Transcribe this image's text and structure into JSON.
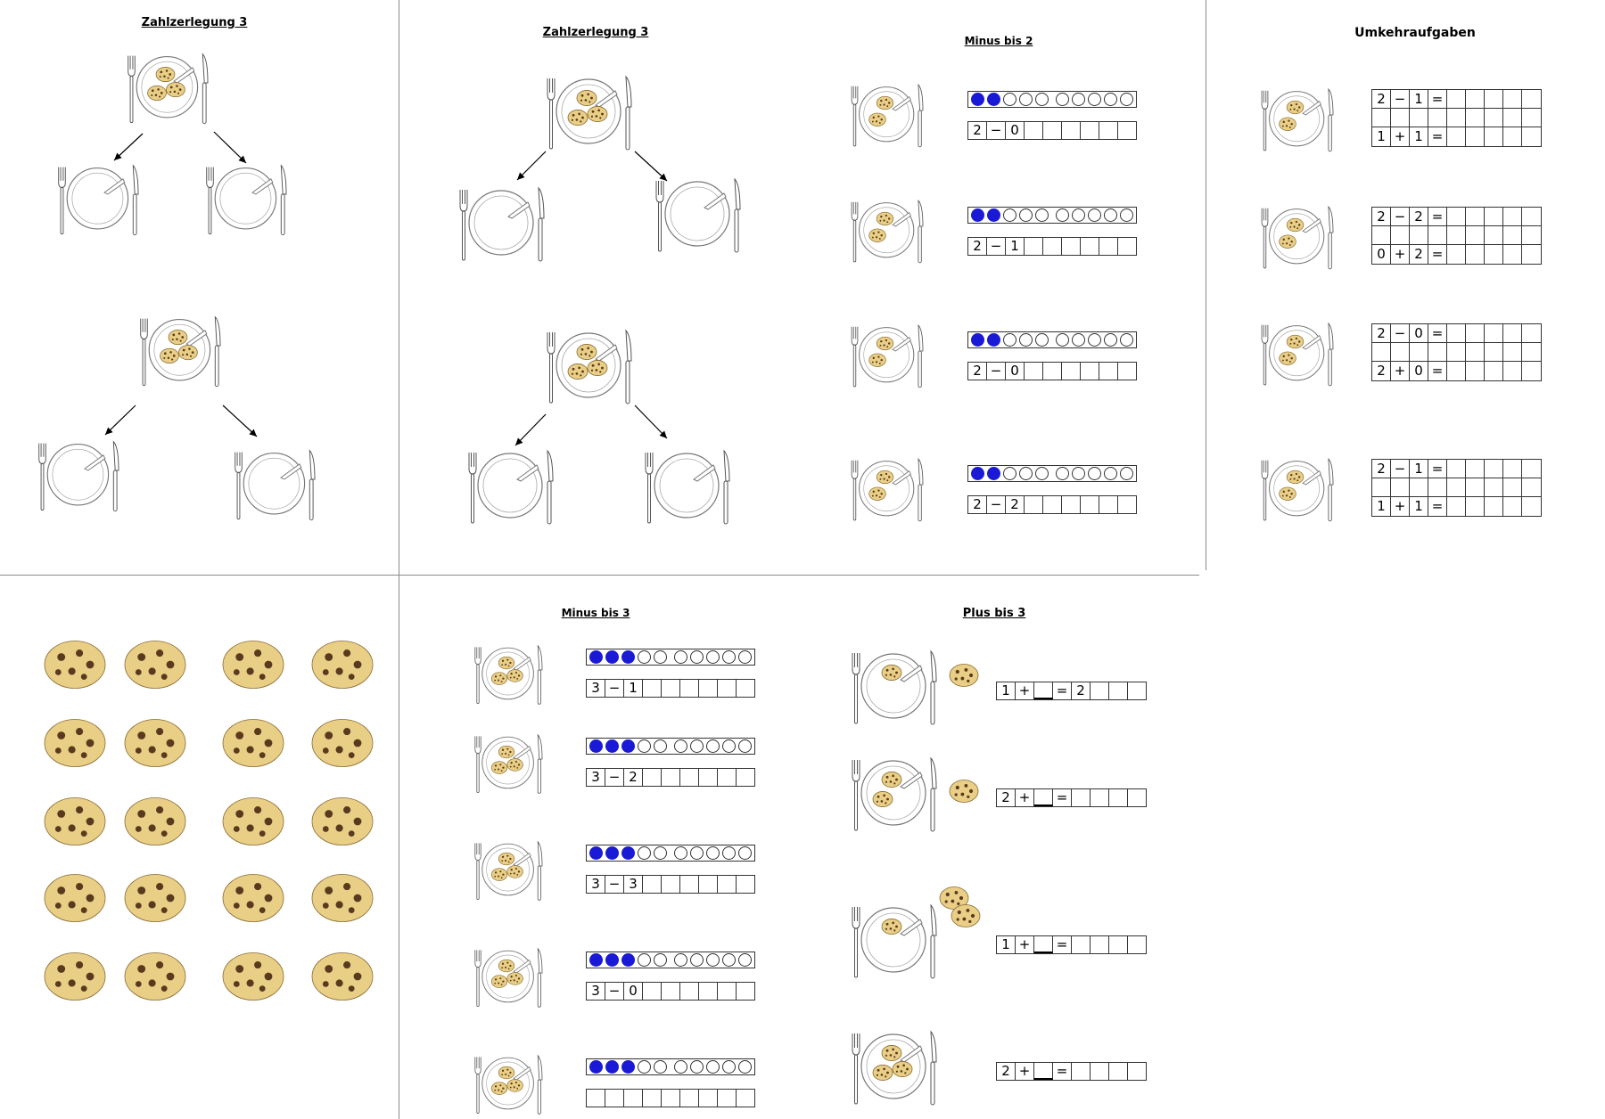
{
  "sections": {
    "zerlegung_left_title": "Zahlzerlegung 3",
    "zerlegung_mid_title": "Zahlzerlegung 3",
    "minus2_title": "Minus bis 2",
    "umkehr_title": "Umkehraufgaben",
    "minus3_title": "Minus bis 3",
    "plus3_title": "Plus bis 3"
  },
  "minus2": [
    {
      "filled": 2,
      "cells": [
        "2",
        "−",
        "0"
      ]
    },
    {
      "filled": 2,
      "cells": [
        "2",
        "−",
        "1"
      ]
    },
    {
      "filled": 2,
      "cells": [
        "2",
        "−",
        "0"
      ]
    },
    {
      "filled": 2,
      "cells": [
        "2",
        "−",
        "2"
      ]
    }
  ],
  "minus3": [
    {
      "filled": 3,
      "cells": [
        "3",
        "−",
        "1"
      ]
    },
    {
      "filled": 3,
      "cells": [
        "3",
        "−",
        "2"
      ]
    },
    {
      "filled": 3,
      "cells": [
        "3",
        "−",
        "3"
      ]
    },
    {
      "filled": 3,
      "cells": [
        "3",
        "−",
        "0"
      ]
    },
    {
      "filled": 3,
      "cells": []
    }
  ],
  "plus3": [
    {
      "cells": [
        "1",
        "+",
        "",
        "=",
        "2"
      ]
    },
    {
      "cells": [
        "2",
        "+",
        "",
        "="
      ]
    },
    {
      "cells": [
        "1",
        "+",
        "",
        "="
      ]
    },
    {
      "cells": [
        "2",
        "+",
        "",
        "="
      ]
    }
  ],
  "umkehr": [
    {
      "top": [
        "2",
        "−",
        "1",
        "="
      ],
      "bottom": [
        "1",
        "+",
        "1",
        "="
      ]
    },
    {
      "top": [
        "2",
        "−",
        "2",
        "="
      ],
      "bottom": [
        "0",
        "+",
        "2",
        "="
      ]
    },
    {
      "top": [
        "2",
        "−",
        "0",
        "="
      ],
      "bottom": [
        "2",
        "+",
        "0",
        "="
      ]
    },
    {
      "top": [
        "2",
        "−",
        "1",
        "="
      ],
      "bottom": [
        "1",
        "+",
        "1",
        "="
      ]
    }
  ],
  "colors": {
    "dot_fill": "#1a1ad6",
    "cookie": "#e9cf86",
    "chip": "#5a3a1f",
    "lines": "#8a8a8a"
  },
  "icons": [
    "fork-icon",
    "knife-icon",
    "plate-icon",
    "cookie-icon",
    "arrow-icon"
  ]
}
